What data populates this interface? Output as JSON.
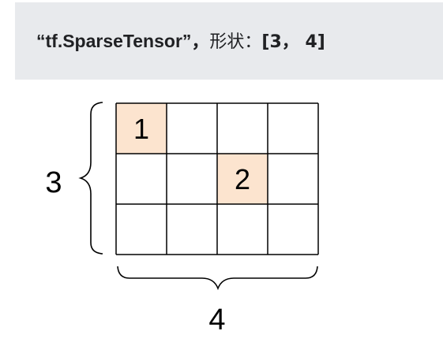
{
  "header": {
    "tensor_name": "“tf.SparseTensor”，",
    "shape_label": "形状：",
    "shape_value": "[3， 4]"
  },
  "diagram": {
    "rows": 3,
    "cols": 4,
    "row_count_label": "3",
    "col_count_label": "4",
    "highlight_color": "#fce4cf",
    "grid_color": "#000000",
    "cells": [
      {
        "row": 0,
        "col": 0,
        "value": "1"
      },
      {
        "row": 1,
        "col": 2,
        "value": "2"
      }
    ]
  }
}
